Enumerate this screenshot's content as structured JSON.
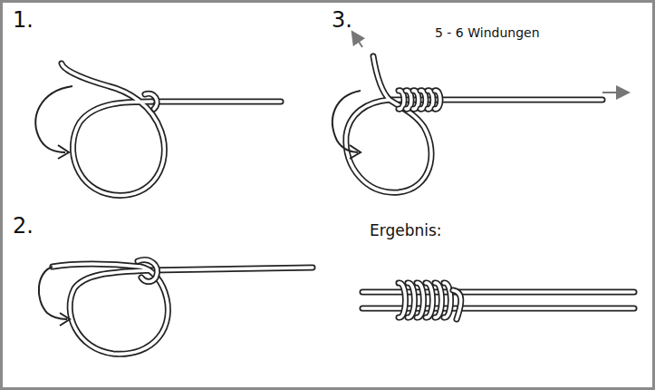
{
  "diagram": {
    "labels": [
      "1.",
      "3.",
      "5 - 6 Windungen",
      "2.",
      "Ergebnis:"
    ]
  }
}
